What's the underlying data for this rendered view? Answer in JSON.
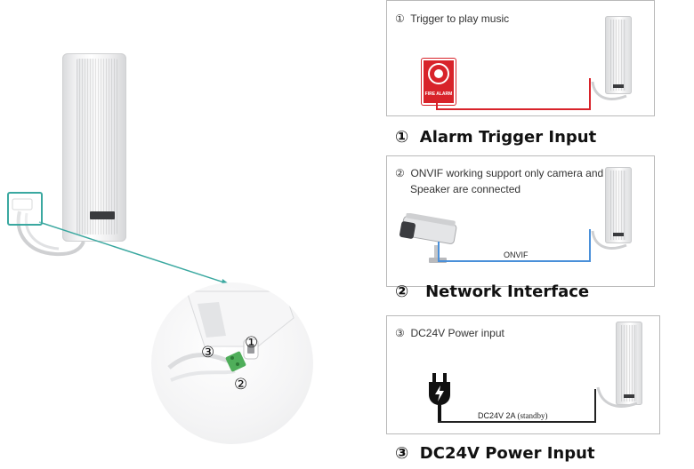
{
  "zoom": {
    "marker_1": "①",
    "marker_2": "②",
    "marker_3": "③"
  },
  "panels": [
    {
      "number": "①",
      "caption": "Trigger to play music",
      "heading": "Alarm Trigger Input",
      "device_text": "FIRE ALARM"
    },
    {
      "number": "②",
      "caption_line1": "ONVIF working support only camera and",
      "caption_line2": "Speaker are connected",
      "heading": "Network Interface",
      "wire_label": "ONVIF"
    },
    {
      "number": "③",
      "caption": "DC24V Power input",
      "heading": "DC24V Power Input",
      "wire_label": "DC24V 2A",
      "wire_label_note": "(standby)"
    }
  ],
  "colors": {
    "callout_line": "#3aa8a0",
    "alarm_red": "#d8232a",
    "network_blue": "#4a90d9",
    "power_black": "#222222"
  },
  "icons": [
    "fire-alarm-icon",
    "camera-icon",
    "power-plug-icon",
    "speaker-icon"
  ]
}
